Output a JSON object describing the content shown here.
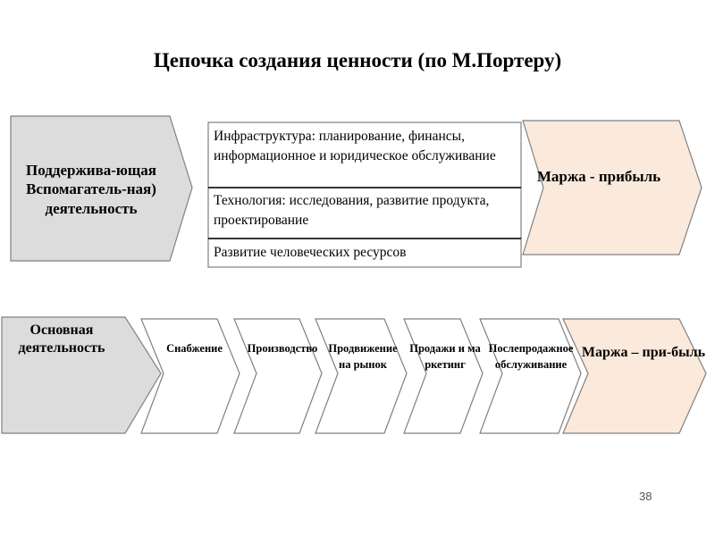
{
  "title": "Цепочка создания ценности (по М.Портеру)",
  "support": {
    "label": "Поддержива-ющая Вспомагатель-ная) деятельность",
    "activities": [
      "Инфраструктура: планирование, финансы, информационное и юридическое обслуживание",
      "Технология: исследования, развитие продукта, проектирование",
      "Развитие человеческих ресурсов"
    ],
    "margin": "Маржа - прибыль"
  },
  "primary": {
    "label": "Основная деятельность",
    "stages": [
      "Снабжение",
      "Производство",
      "Продвижение на рынок",
      "Продажи и маркетинг",
      "Послепродажное обслуживание"
    ],
    "margin": "Маржа – при-быль"
  },
  "colors": {
    "gray_fill": "#dcdcdc",
    "peach_fill": "#fbe9dc",
    "stroke": "#808080"
  },
  "page_number": "38"
}
